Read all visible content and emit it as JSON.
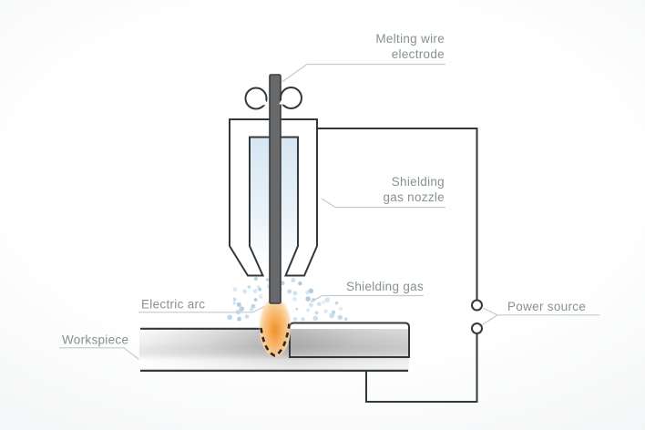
{
  "diagram": {
    "labels": {
      "melting_wire_electrode": {
        "line1": "Melting wire",
        "line2": "electrode"
      },
      "shielding_gas_nozzle": {
        "line1": "Shielding",
        "line2": "gas nozzle"
      },
      "shielding_gas": {
        "text": "Shielding gas"
      },
      "electric_arc": {
        "text": "Electric arc"
      },
      "workspiece": {
        "text": "Workspiece"
      },
      "power_source": {
        "text": "Power source"
      }
    },
    "colors": {
      "label_text": "#879094",
      "leader_line": "#c6cacc",
      "outline": "#33383c",
      "nozzle_fill": "#8da4ba",
      "nozzle_cavity_top": "#d7e6f2",
      "wire_fill": "#67696b",
      "roller_fill": "#595c5e",
      "roller_arrow": "#ffffff",
      "arc_core": "#f0912a",
      "arc_mid": "#f6ad5c",
      "arc_glow": "#fbd8ab",
      "weld_bead_fill": "#a8a8a8",
      "plate_mid_gray": "#b9b9b9",
      "gas_dots": [
        "#a9c9df",
        "#bdd7e9",
        "#cfe1ef",
        "#9fc3dc"
      ]
    }
  }
}
